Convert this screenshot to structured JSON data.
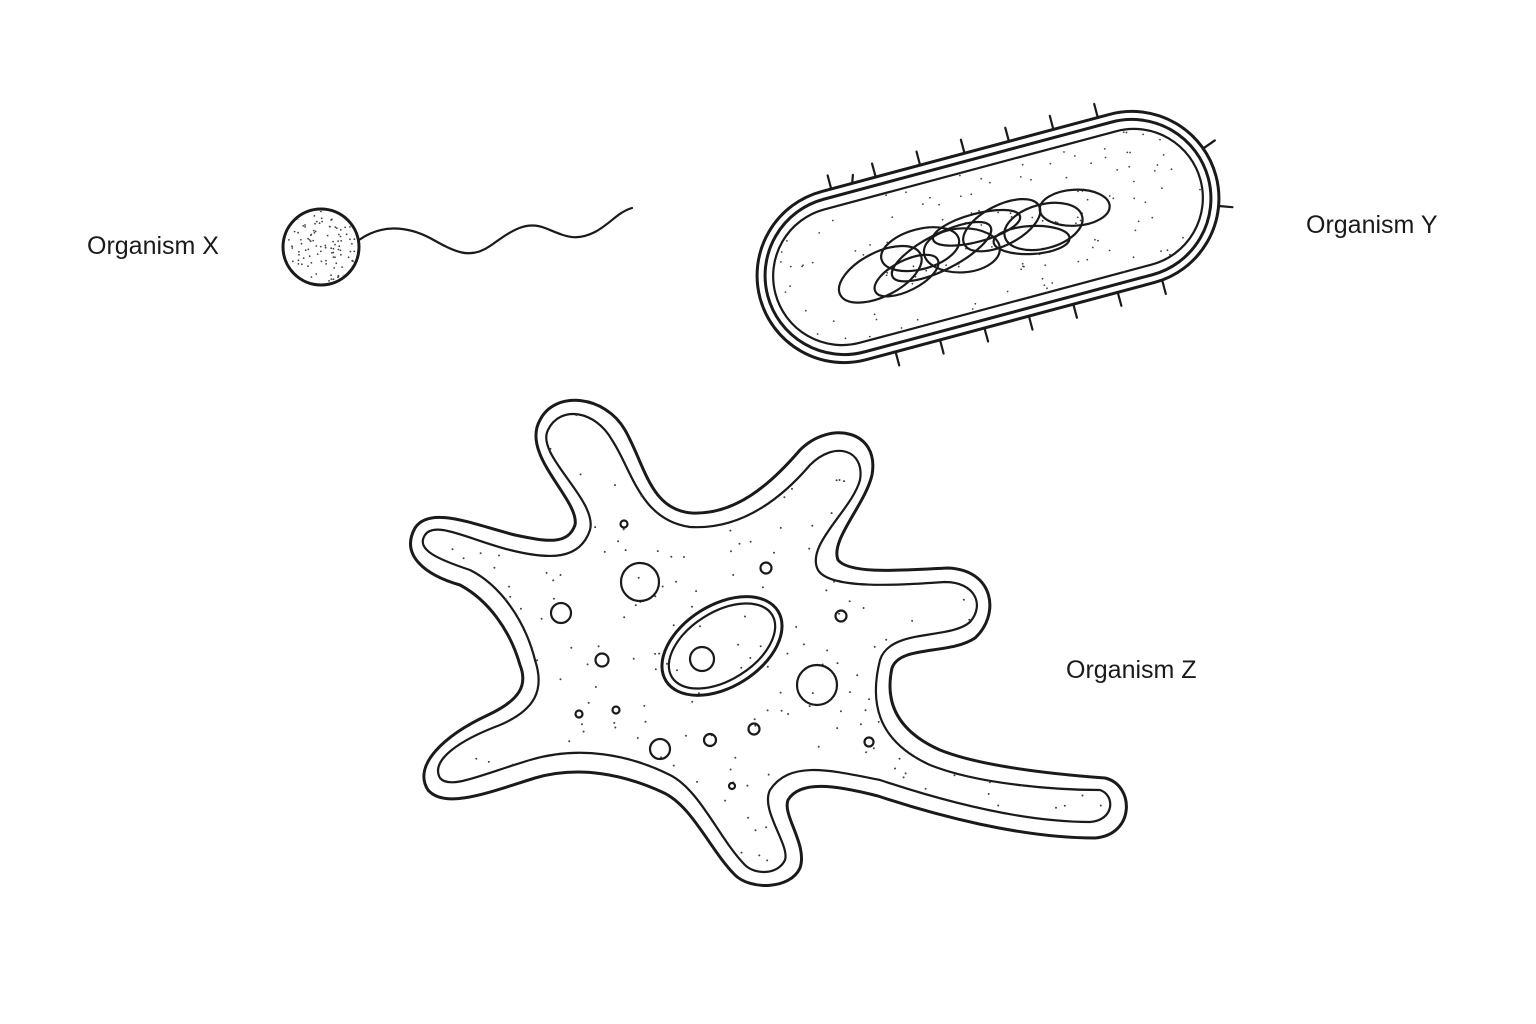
{
  "labels": {
    "organism_x": "Organism X",
    "organism_y": "Organism Y",
    "organism_z": "Organism Z"
  },
  "colors": {
    "ink": "#1a1a1a",
    "background": "#ffffff"
  }
}
